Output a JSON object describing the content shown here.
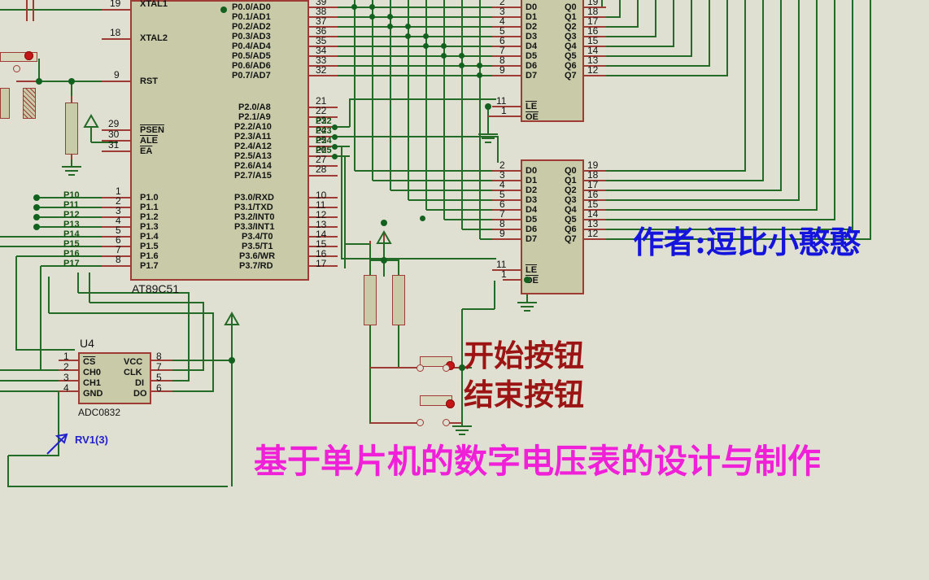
{
  "document": {
    "app": "circuit-schematic-editor",
    "background_color": "#dfe0d2",
    "wire_green": "#246b28",
    "wire_red": "#9e3b34",
    "chip_fill": "#c8caa8"
  },
  "annotations": {
    "author": "作者:逗比小憨憨",
    "author_color": "#1414dd",
    "start_button_label": "开始按钮",
    "end_button_label": "结束按钮",
    "button_label_color": "#9c1414",
    "title": "基于单片机的数字电压表的设计与制作",
    "title_color": "#f020d8",
    "potentiometer_tag": "RV1(3)",
    "potentiometer_tag_color": "#2222cc"
  },
  "mcu": {
    "ref": "AT89C51",
    "left_pins": [
      {
        "num": "19",
        "name": "XTAL1"
      },
      {
        "num": "18",
        "name": "XTAL2"
      },
      {
        "num": "9",
        "name": "RST"
      },
      {
        "num": "29",
        "name": "PSEN",
        "overline": true
      },
      {
        "num": "30",
        "name": "ALE",
        "overline": true
      },
      {
        "num": "31",
        "name": "EA",
        "overline": true
      },
      {
        "num": "1",
        "name": "P1.0"
      },
      {
        "num": "2",
        "name": "P1.1"
      },
      {
        "num": "3",
        "name": "P1.2"
      },
      {
        "num": "4",
        "name": "P1.3"
      },
      {
        "num": "5",
        "name": "P1.4"
      },
      {
        "num": "6",
        "name": "P1.5"
      },
      {
        "num": "7",
        "name": "P1.6"
      },
      {
        "num": "8",
        "name": "P1.7"
      }
    ],
    "right_pins": [
      {
        "num": "39",
        "name": "P0.0/AD0"
      },
      {
        "num": "38",
        "name": "P0.1/AD1"
      },
      {
        "num": "37",
        "name": "P0.2/AD2"
      },
      {
        "num": "36",
        "name": "P0.3/AD3"
      },
      {
        "num": "35",
        "name": "P0.4/AD4"
      },
      {
        "num": "34",
        "name": "P0.5/AD5"
      },
      {
        "num": "33",
        "name": "P0.6/AD6"
      },
      {
        "num": "32",
        "name": "P0.7/AD7"
      },
      {
        "num": "21",
        "name": "P2.0/A8"
      },
      {
        "num": "22",
        "name": "P2.1/A9"
      },
      {
        "num": "23",
        "name": "P2.2/A10"
      },
      {
        "num": "24",
        "name": "P2.3/A11"
      },
      {
        "num": "25",
        "name": "P2.4/A12"
      },
      {
        "num": "26",
        "name": "P2.5/A13"
      },
      {
        "num": "27",
        "name": "P2.6/A14"
      },
      {
        "num": "28",
        "name": "P2.7/A15"
      },
      {
        "num": "10",
        "name": "P3.0/RXD"
      },
      {
        "num": "11",
        "name": "P3.1/TXD"
      },
      {
        "num": "12",
        "name": "P3.2/INT0"
      },
      {
        "num": "13",
        "name": "P3.3/INT1"
      },
      {
        "num": "14",
        "name": "P3.4/T0"
      },
      {
        "num": "15",
        "name": "P3.5/T1"
      },
      {
        "num": "16",
        "name": "P3.6/WR"
      },
      {
        "num": "17",
        "name": "P3.7/RD"
      }
    ]
  },
  "net_labels_p1": [
    "P10",
    "P11",
    "P12",
    "P13",
    "P14",
    "P15",
    "P16",
    "P17"
  ],
  "net_labels_p2": [
    "P22",
    "P23",
    "P24",
    "P25"
  ],
  "latch_top": {
    "inputs": [
      {
        "num": "2",
        "name": "D0"
      },
      {
        "num": "3",
        "name": "D1"
      },
      {
        "num": "4",
        "name": "D2"
      },
      {
        "num": "5",
        "name": "D3"
      },
      {
        "num": "6",
        "name": "D4"
      },
      {
        "num": "7",
        "name": "D5"
      },
      {
        "num": "8",
        "name": "D6"
      },
      {
        "num": "9",
        "name": "D7"
      }
    ],
    "outputs": [
      {
        "num": "19",
        "name": "Q0"
      },
      {
        "num": "18",
        "name": "Q1"
      },
      {
        "num": "17",
        "name": "Q2"
      },
      {
        "num": "16",
        "name": "Q3"
      },
      {
        "num": "15",
        "name": "Q4"
      },
      {
        "num": "14",
        "name": "Q5"
      },
      {
        "num": "13",
        "name": "Q6"
      },
      {
        "num": "12",
        "name": "Q7"
      }
    ],
    "control": [
      {
        "num": "11",
        "name": "LE"
      },
      {
        "num": "1",
        "name": "OE"
      }
    ]
  },
  "latch_bottom": {
    "inputs": [
      {
        "num": "2",
        "name": "D0"
      },
      {
        "num": "3",
        "name": "D1"
      },
      {
        "num": "4",
        "name": "D2"
      },
      {
        "num": "5",
        "name": "D3"
      },
      {
        "num": "6",
        "name": "D4"
      },
      {
        "num": "7",
        "name": "D5"
      },
      {
        "num": "8",
        "name": "D6"
      },
      {
        "num": "9",
        "name": "D7"
      }
    ],
    "outputs": [
      {
        "num": "19",
        "name": "Q0"
      },
      {
        "num": "18",
        "name": "Q1"
      },
      {
        "num": "17",
        "name": "Q2"
      },
      {
        "num": "16",
        "name": "Q3"
      },
      {
        "num": "15",
        "name": "Q4"
      },
      {
        "num": "14",
        "name": "Q5"
      },
      {
        "num": "13",
        "name": "Q6"
      },
      {
        "num": "12",
        "name": "Q7"
      }
    ],
    "control": [
      {
        "num": "11",
        "name": "LE"
      },
      {
        "num": "1",
        "name": "OE"
      }
    ]
  },
  "adc": {
    "ref": "U4",
    "part": "ADC0832",
    "left_pins": [
      {
        "num": "1",
        "name": "CS",
        "overline": true
      },
      {
        "num": "2",
        "name": "CH0"
      },
      {
        "num": "3",
        "name": "CH1"
      },
      {
        "num": "4",
        "name": "GND"
      }
    ],
    "right_pins": [
      {
        "num": "8",
        "name": "VCC"
      },
      {
        "num": "7",
        "name": "CLK"
      },
      {
        "num": "5",
        "name": "DI"
      },
      {
        "num": "6",
        "name": "DO"
      }
    ]
  }
}
